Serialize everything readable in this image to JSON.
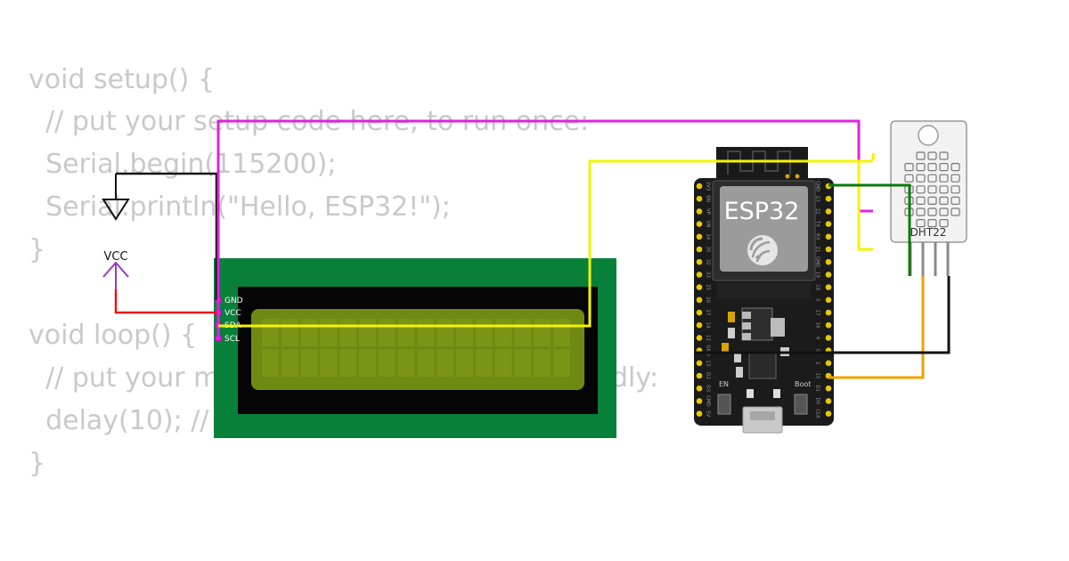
{
  "code": {
    "lines": [
      "void setup() {",
      "  // put your setup code here, to run once:",
      "  Serial.begin(115200);",
      "  Serial.println(\"Hello, ESP32!\");",
      "}",
      "",
      "void loop() {",
      "  // put your main code here, to run repeatedly:",
      "  delay(10); // this speeds up the simulation",
      "}"
    ]
  },
  "colors": {
    "code_text": "#c9c9c9",
    "wire_magenta": "#e020e0",
    "wire_yellow": "#f4f400",
    "wire_green": "#0a7a0a",
    "wire_red": "#e01818",
    "wire_black": "#111111",
    "wire_orange": "#f0a000",
    "vcc_symbol": "#9b36c8",
    "lcd_board": "#08803a",
    "lcd_screen": "#6f8a12",
    "esp32_board": "#1b1b1b",
    "esp32_pin": "#e8c800",
    "dht22_body": "#f2f2f2"
  },
  "schematic": {
    "vcc_label": "VCC"
  },
  "lcd": {
    "pins": [
      "GND",
      "VCC",
      "SDA",
      "SCL"
    ]
  },
  "esp32": {
    "label": "ESP32",
    "en_label": "EN",
    "boot_label": "Boot",
    "pins_right": [
      "GND",
      "23",
      "22",
      "TX",
      "RX",
      "21",
      "GND",
      "19",
      "18",
      "5",
      "17",
      "16",
      "4",
      "0",
      "2",
      "15",
      "D1",
      "D0",
      "CLK"
    ],
    "pins_left": [
      "3V3",
      "EN",
      "VP",
      "VN",
      "34",
      "35",
      "32",
      "33",
      "25",
      "26",
      "27",
      "14",
      "12",
      "GND",
      "13",
      "D2",
      "D3",
      "CMD",
      "5V"
    ]
  },
  "dht22": {
    "label": "DHT22"
  },
  "icons": {
    "ground": "ground-symbol-icon",
    "vcc": "vcc-arrow-icon",
    "wifi_logo": "espressif-logo-icon"
  }
}
